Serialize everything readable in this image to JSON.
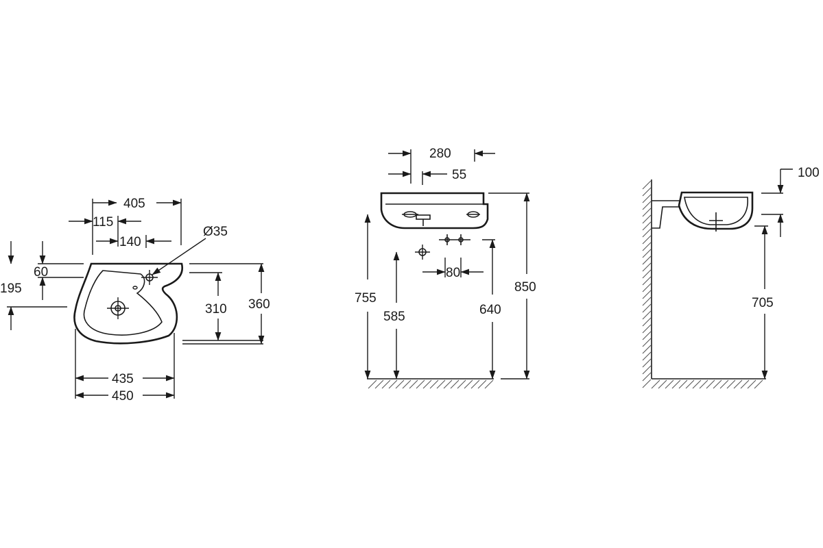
{
  "dims": {
    "top_view": {
      "d405": "405",
      "d115": "115",
      "d140": "140",
      "d35": "Ø35",
      "d60": "60",
      "d195": "195",
      "d310": "310",
      "d360": "360",
      "d435": "435",
      "d450": "450"
    },
    "front_view": {
      "d280": "280",
      "d55": "55",
      "d755": "755",
      "d585": "585",
      "d80": "80",
      "d640": "640",
      "d850": "850"
    },
    "side_view": {
      "d100": "100",
      "d705": "705"
    }
  },
  "colors": {
    "line": "#1a1a1a",
    "background": "#ffffff"
  }
}
